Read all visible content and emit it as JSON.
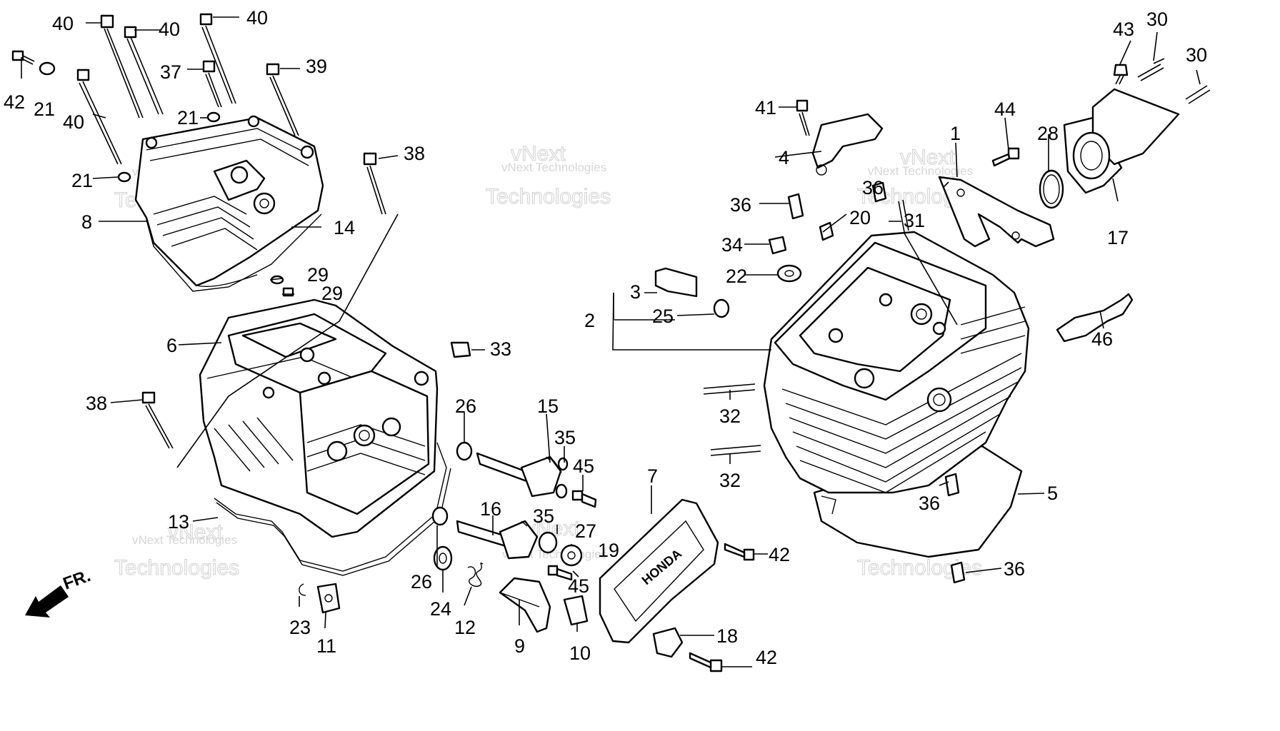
{
  "parts": {
    "p1": "1",
    "p2": "2",
    "p3": "3",
    "p4": "4",
    "p5": "5",
    "p6": "6",
    "p7": "7",
    "p8": "8",
    "p9": "9",
    "p10": "10",
    "p11": "11",
    "p12": "12",
    "p13": "13",
    "p14": "14",
    "p15": "15",
    "p16": "16",
    "p17": "17",
    "p18": "18",
    "p19": "19",
    "p20": "20",
    "p21": "21",
    "p22": "22",
    "p23": "23",
    "p24": "24",
    "p25": "25",
    "p26": "26",
    "p27": "27",
    "p28": "28",
    "p29": "29",
    "p30": "30",
    "p31": "31",
    "p32": "32",
    "p33": "33",
    "p34": "34",
    "p35": "35",
    "p36": "36",
    "p37": "37",
    "p38": "38",
    "p39": "39",
    "p40": "40",
    "p41": "41",
    "p42": "42",
    "p43": "43",
    "p44": "44",
    "p45": "45",
    "p46": "46"
  },
  "direction_label": "FR.",
  "brand_embossing": "HONDA",
  "watermark": {
    "line1": "vNext",
    "line2": "Technologies",
    "full": "vNext Technologies"
  },
  "icons": {
    "direction": "front-arrow-icon"
  }
}
